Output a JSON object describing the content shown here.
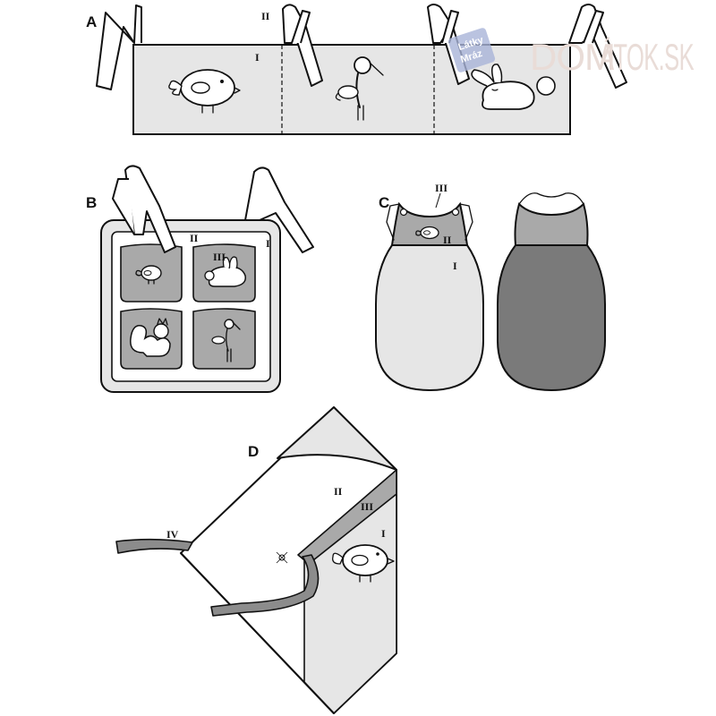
{
  "colors": {
    "light_fabric": "#e6e6e6",
    "mid_fabric": "#a9a9a9",
    "dark_fabric": "#7a7a7a",
    "ribbon": "#8c8c8c",
    "line": "#111111",
    "watermark_text": "#e9dcd7",
    "watermark_badge": "#a9b4d8"
  },
  "watermark": {
    "badge_line1": "Látky",
    "badge_line2": "Mráz",
    "text_left": "DOM",
    "text_right": "ÁTOK.SK",
    "icon": "watermark-badge"
  },
  "figures": [
    {
      "id": "A",
      "letter": "A",
      "labels": [
        "II",
        "I"
      ]
    },
    {
      "id": "B",
      "letter": "B",
      "labels": [
        "II",
        "I",
        "III"
      ]
    },
    {
      "id": "C",
      "letter": "C",
      "labels": [
        "III",
        "II",
        "I"
      ]
    },
    {
      "id": "D",
      "letter": "D",
      "labels": [
        "II",
        "III",
        "I",
        "IV"
      ]
    }
  ],
  "icons": {
    "A": [
      "bird-appliqué-icon",
      "stork-appliqué-icon",
      "bunny-appliqué-icon"
    ],
    "B": [
      "chick-appliqué-icon",
      "rabbit-appliqué-icon",
      "squirrel-appliqué-icon",
      "stork-appliqué-icon"
    ],
    "C": [
      "bird-appliqué-icon"
    ],
    "D": [
      "bird-appliqué-icon"
    ]
  }
}
